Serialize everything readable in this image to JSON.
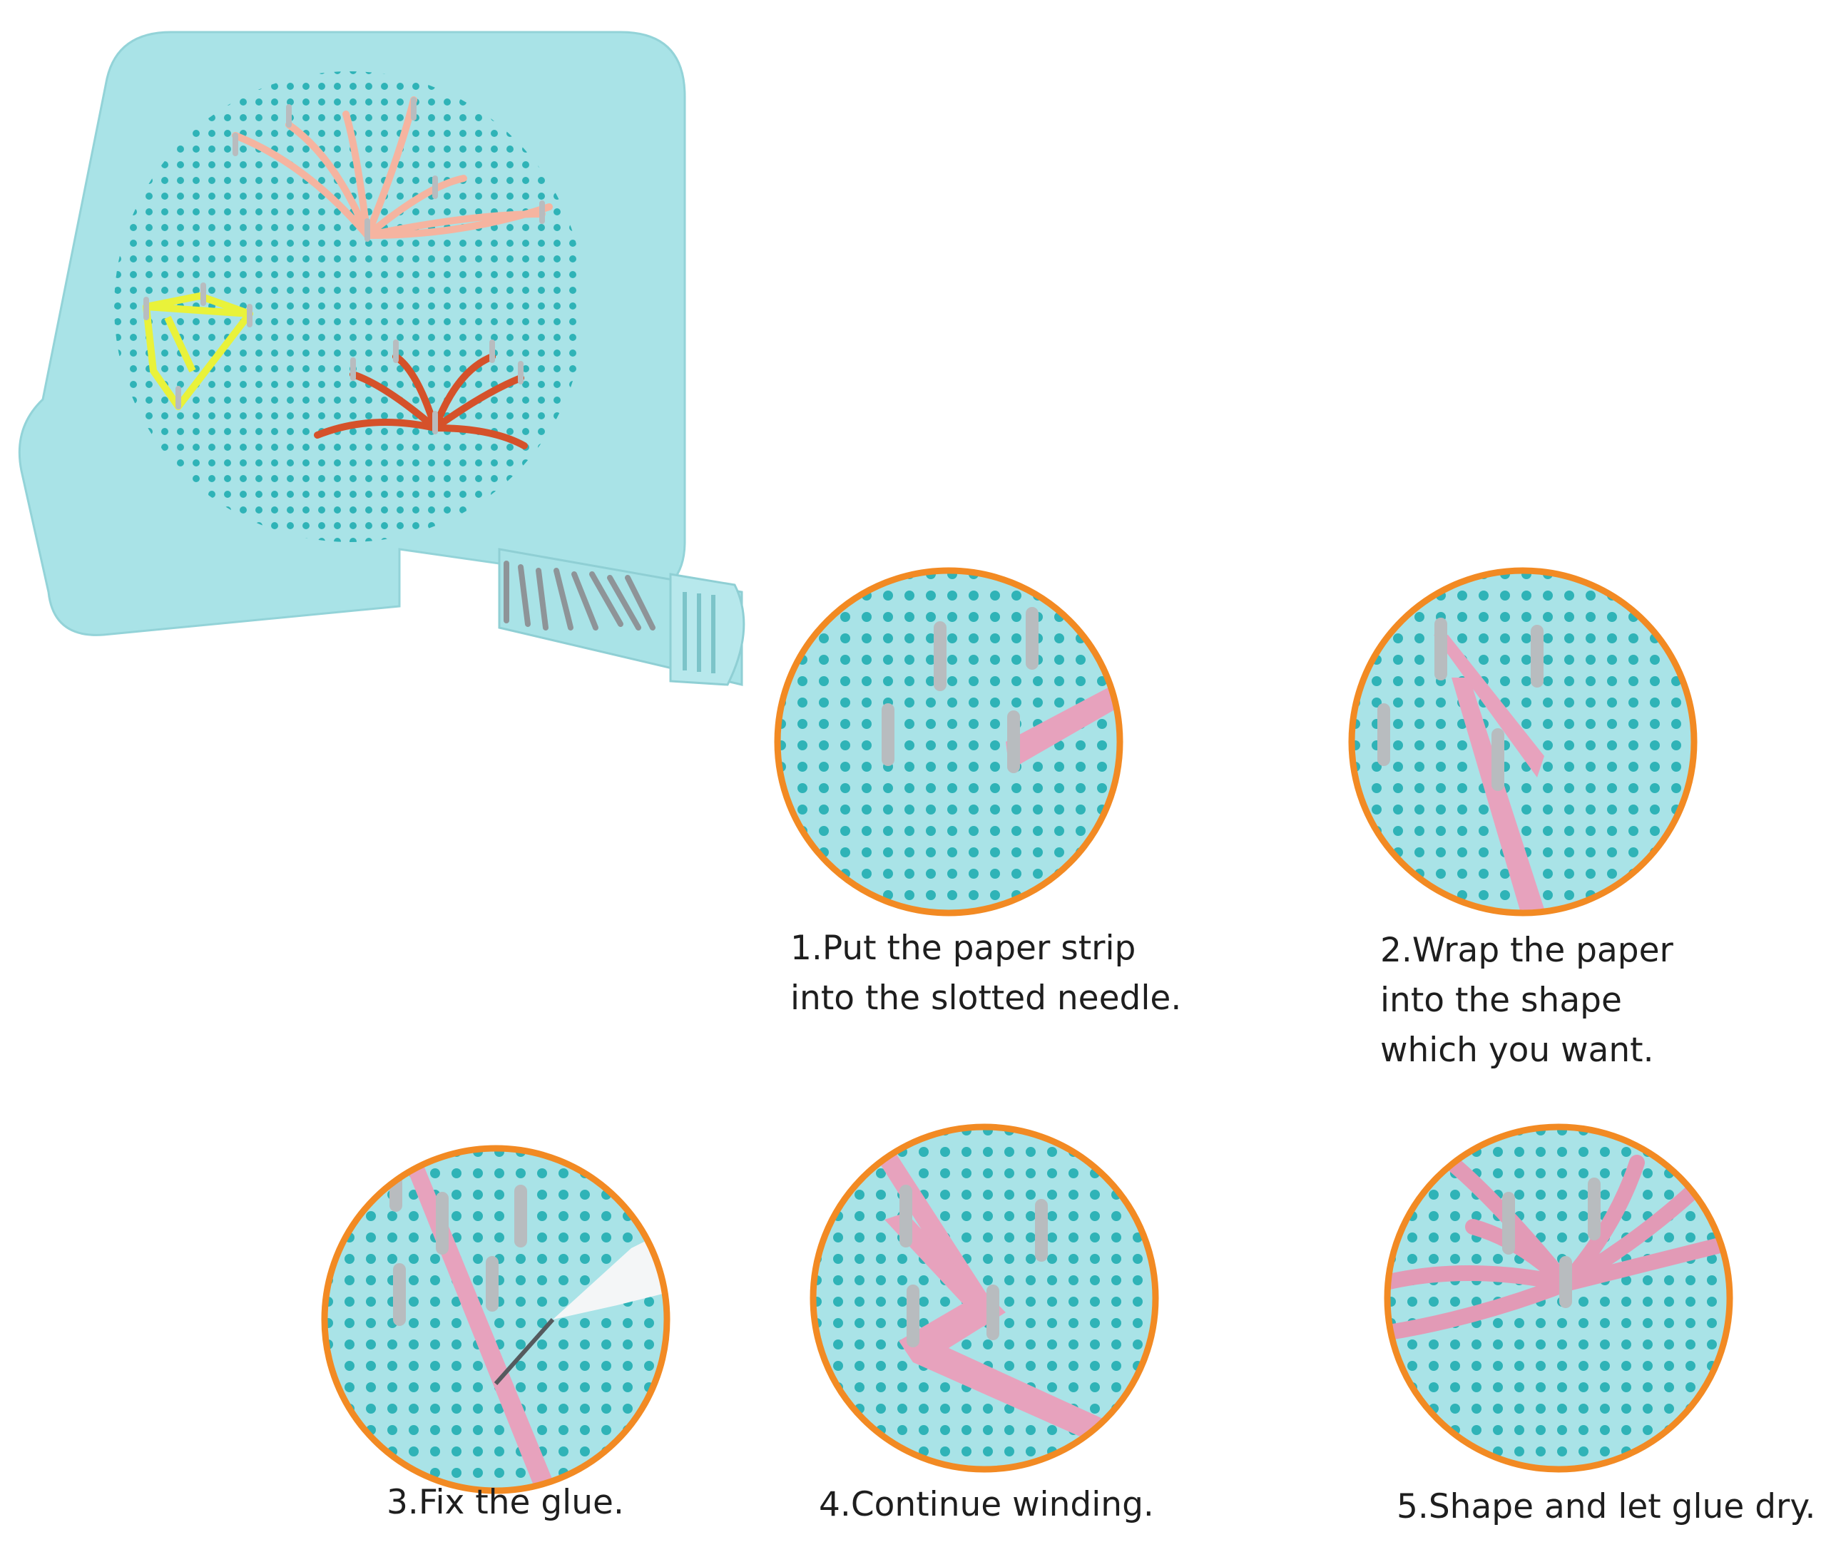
{
  "colors": {
    "board": "#a9e3e7",
    "hole": "#2fb3b7",
    "ring": "#f28a23",
    "pin": "#b8bcbf",
    "strip_pink": "#e7a2bd",
    "strip_coral": "#f5b4a0",
    "strip_yellow": "#e9f23a",
    "strip_red": "#d5512a"
  },
  "steps": [
    {
      "caption": "1.Put the paper strip\ninto the slotted needle."
    },
    {
      "caption": "2.Wrap the paper\ninto the shape\nwhich you want."
    },
    {
      "caption": "3.Fix the glue."
    },
    {
      "caption": "4.Continue winding."
    },
    {
      "caption": "5.Shape and let glue dry."
    }
  ]
}
